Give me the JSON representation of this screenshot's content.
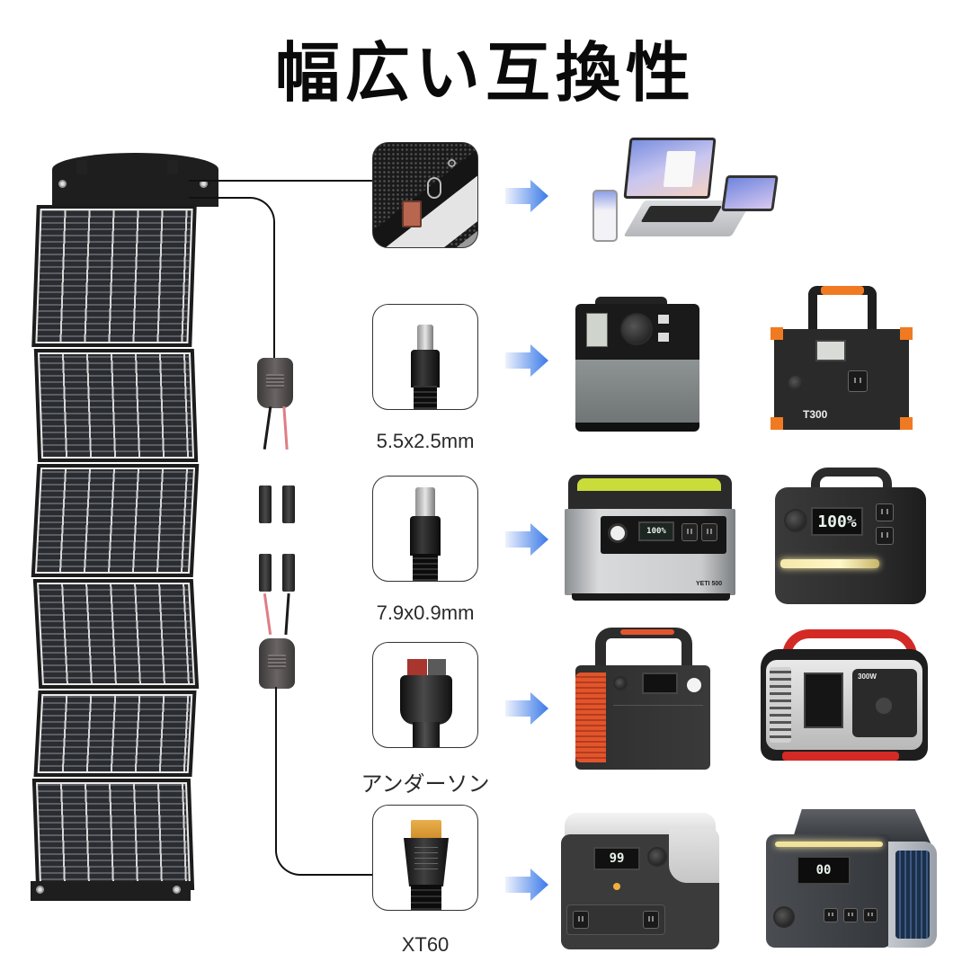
{
  "title": "幅広い互換性",
  "colors": {
    "arrow_start": "#e8eefc",
    "arrow_end": "#3a7ae8",
    "panel_dark": "#1e1e1e",
    "cell_line": "#e8e8e8",
    "orange_accent": "#f07a21",
    "red_accent": "#d42a25",
    "yellow_green": "#c9dc3a"
  },
  "solar_panel": {
    "folds": 6,
    "label": "foldable-solar-panel"
  },
  "cable": {
    "branch_connector": "y-branch-mc4-connector",
    "mc4_pairs": 2
  },
  "rows": [
    {
      "connector": "USB-A / USB-C",
      "connector_icon": "usb-port-icon",
      "label": "",
      "devices": [
        {
          "name": "laptop-phone-tablet",
          "text": ""
        }
      ]
    },
    {
      "connector": "DC 5.5x2.5mm",
      "connector_icon": "dc-barrel-plug-icon",
      "label": "5.5x2.5mm",
      "devices": [
        {
          "name": "power-station-grey",
          "text": ""
        },
        {
          "name": "power-station-t300",
          "text": "T300"
        }
      ]
    },
    {
      "connector": "DC 7.9x0.9mm",
      "connector_icon": "dc-barrel-plug-icon",
      "label": "7.9x0.9mm",
      "devices": [
        {
          "name": "power-station-yeti",
          "text": "YETI 500"
        },
        {
          "name": "power-station-anker",
          "text": "100%"
        }
      ]
    },
    {
      "connector": "Anderson",
      "connector_icon": "anderson-plug-icon",
      "label": "アンダーソン",
      "devices": [
        {
          "name": "power-station-jackery",
          "text": ""
        },
        {
          "name": "power-station-red-grey",
          "text": "300W"
        }
      ]
    },
    {
      "connector": "XT60",
      "connector_icon": "xt60-plug-icon",
      "label": "XT60",
      "devices": [
        {
          "name": "power-station-ecoflow",
          "text": "99"
        },
        {
          "name": "power-station-anker-solix",
          "text": "00"
        }
      ]
    }
  ]
}
